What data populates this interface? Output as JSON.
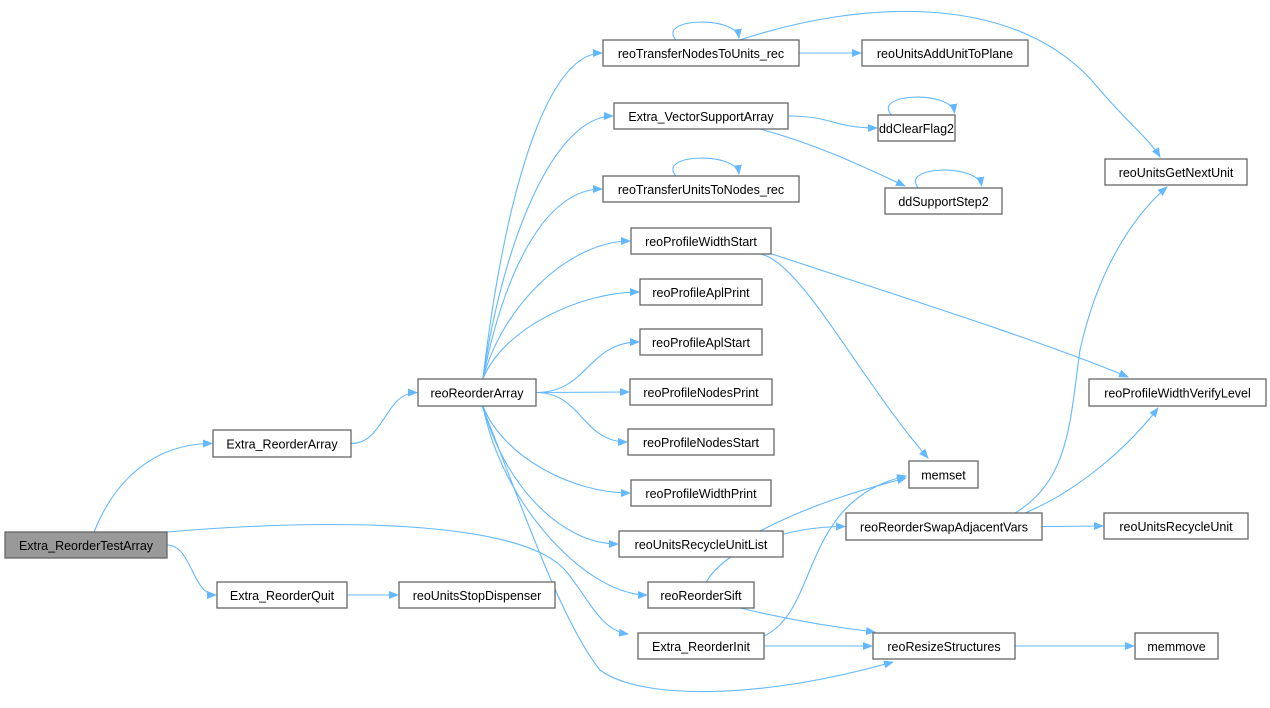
{
  "title": "Extra_ReorderTestArray call graph",
  "colors": {
    "edge": "#63b8ff",
    "root_fill": "#999999",
    "node_border": "#666666"
  },
  "root": "Extra_ReorderTestArray",
  "nodes": [
    "Extra_ReorderTestArray",
    "Extra_ReorderArray",
    "Extra_ReorderQuit",
    "reoUnitsStopDispenser",
    "reoReorderArray",
    "reoTransferNodesToUnits_rec",
    "reoUnitsAddUnitToPlane",
    "Extra_VectorSupportArray",
    "ddClearFlag2",
    "reoTransferUnitsToNodes_rec",
    "ddSupportStep2",
    "reoUnitsGetNextUnit",
    "reoProfileWidthStart",
    "reoProfileAplPrint",
    "reoProfileAplStart",
    "reoProfileNodesPrint",
    "reoProfileNodesStart",
    "reoProfileWidthPrint",
    "reoUnitsRecycleUnitList",
    "reoReorderSift",
    "Extra_ReorderInit",
    "reoProfileWidthVerifyLevel",
    "memset",
    "reoReorderSwapAdjacentVars",
    "reoUnitsRecycleUnit",
    "reoResizeStructures",
    "memmove"
  ],
  "edges": [
    [
      "Extra_ReorderTestArray",
      "Extra_ReorderArray"
    ],
    [
      "Extra_ReorderTestArray",
      "Extra_ReorderQuit"
    ],
    [
      "Extra_ReorderTestArray",
      "Extra_ReorderInit"
    ],
    [
      "Extra_ReorderArray",
      "reoReorderArray"
    ],
    [
      "Extra_ReorderQuit",
      "reoUnitsStopDispenser"
    ],
    [
      "reoReorderArray",
      "reoTransferNodesToUnits_rec"
    ],
    [
      "reoReorderArray",
      "Extra_VectorSupportArray"
    ],
    [
      "reoReorderArray",
      "reoTransferUnitsToNodes_rec"
    ],
    [
      "reoReorderArray",
      "reoProfileWidthStart"
    ],
    [
      "reoReorderArray",
      "reoProfileAplPrint"
    ],
    [
      "reoReorderArray",
      "reoProfileAplStart"
    ],
    [
      "reoReorderArray",
      "reoProfileNodesPrint"
    ],
    [
      "reoReorderArray",
      "reoProfileNodesStart"
    ],
    [
      "reoReorderArray",
      "reoProfileWidthPrint"
    ],
    [
      "reoReorderArray",
      "reoUnitsRecycleUnitList"
    ],
    [
      "reoReorderArray",
      "reoReorderSift"
    ],
    [
      "reoReorderArray",
      "reoResizeStructures"
    ],
    [
      "reoTransferNodesToUnits_rec",
      "reoTransferNodesToUnits_rec"
    ],
    [
      "reoTransferNodesToUnits_rec",
      "reoUnitsAddUnitToPlane"
    ],
    [
      "reoTransferNodesToUnits_rec",
      "reoUnitsGetNextUnit"
    ],
    [
      "Extra_VectorSupportArray",
      "ddClearFlag2"
    ],
    [
      "Extra_VectorSupportArray",
      "ddSupportStep2"
    ],
    [
      "ddClearFlag2",
      "ddClearFlag2"
    ],
    [
      "ddSupportStep2",
      "ddSupportStep2"
    ],
    [
      "reoTransferUnitsToNodes_rec",
      "reoTransferUnitsToNodes_rec"
    ],
    [
      "reoProfileWidthStart",
      "memset"
    ],
    [
      "reoProfileWidthStart",
      "reoProfileWidthVerifyLevel"
    ],
    [
      "reoUnitsRecycleUnitList",
      "memset"
    ],
    [
      "reoReorderSift",
      "reoReorderSwapAdjacentVars"
    ],
    [
      "reoReorderSift",
      "reoResizeStructures"
    ],
    [
      "Extra_ReorderInit",
      "memset"
    ],
    [
      "Extra_ReorderInit",
      "reoResizeStructures"
    ],
    [
      "reoReorderSwapAdjacentVars",
      "reoUnitsGetNextUnit"
    ],
    [
      "reoReorderSwapAdjacentVars",
      "reoProfileWidthVerifyLevel"
    ],
    [
      "reoReorderSwapAdjacentVars",
      "reoUnitsRecycleUnit"
    ],
    [
      "reoResizeStructures",
      "memmove"
    ]
  ]
}
